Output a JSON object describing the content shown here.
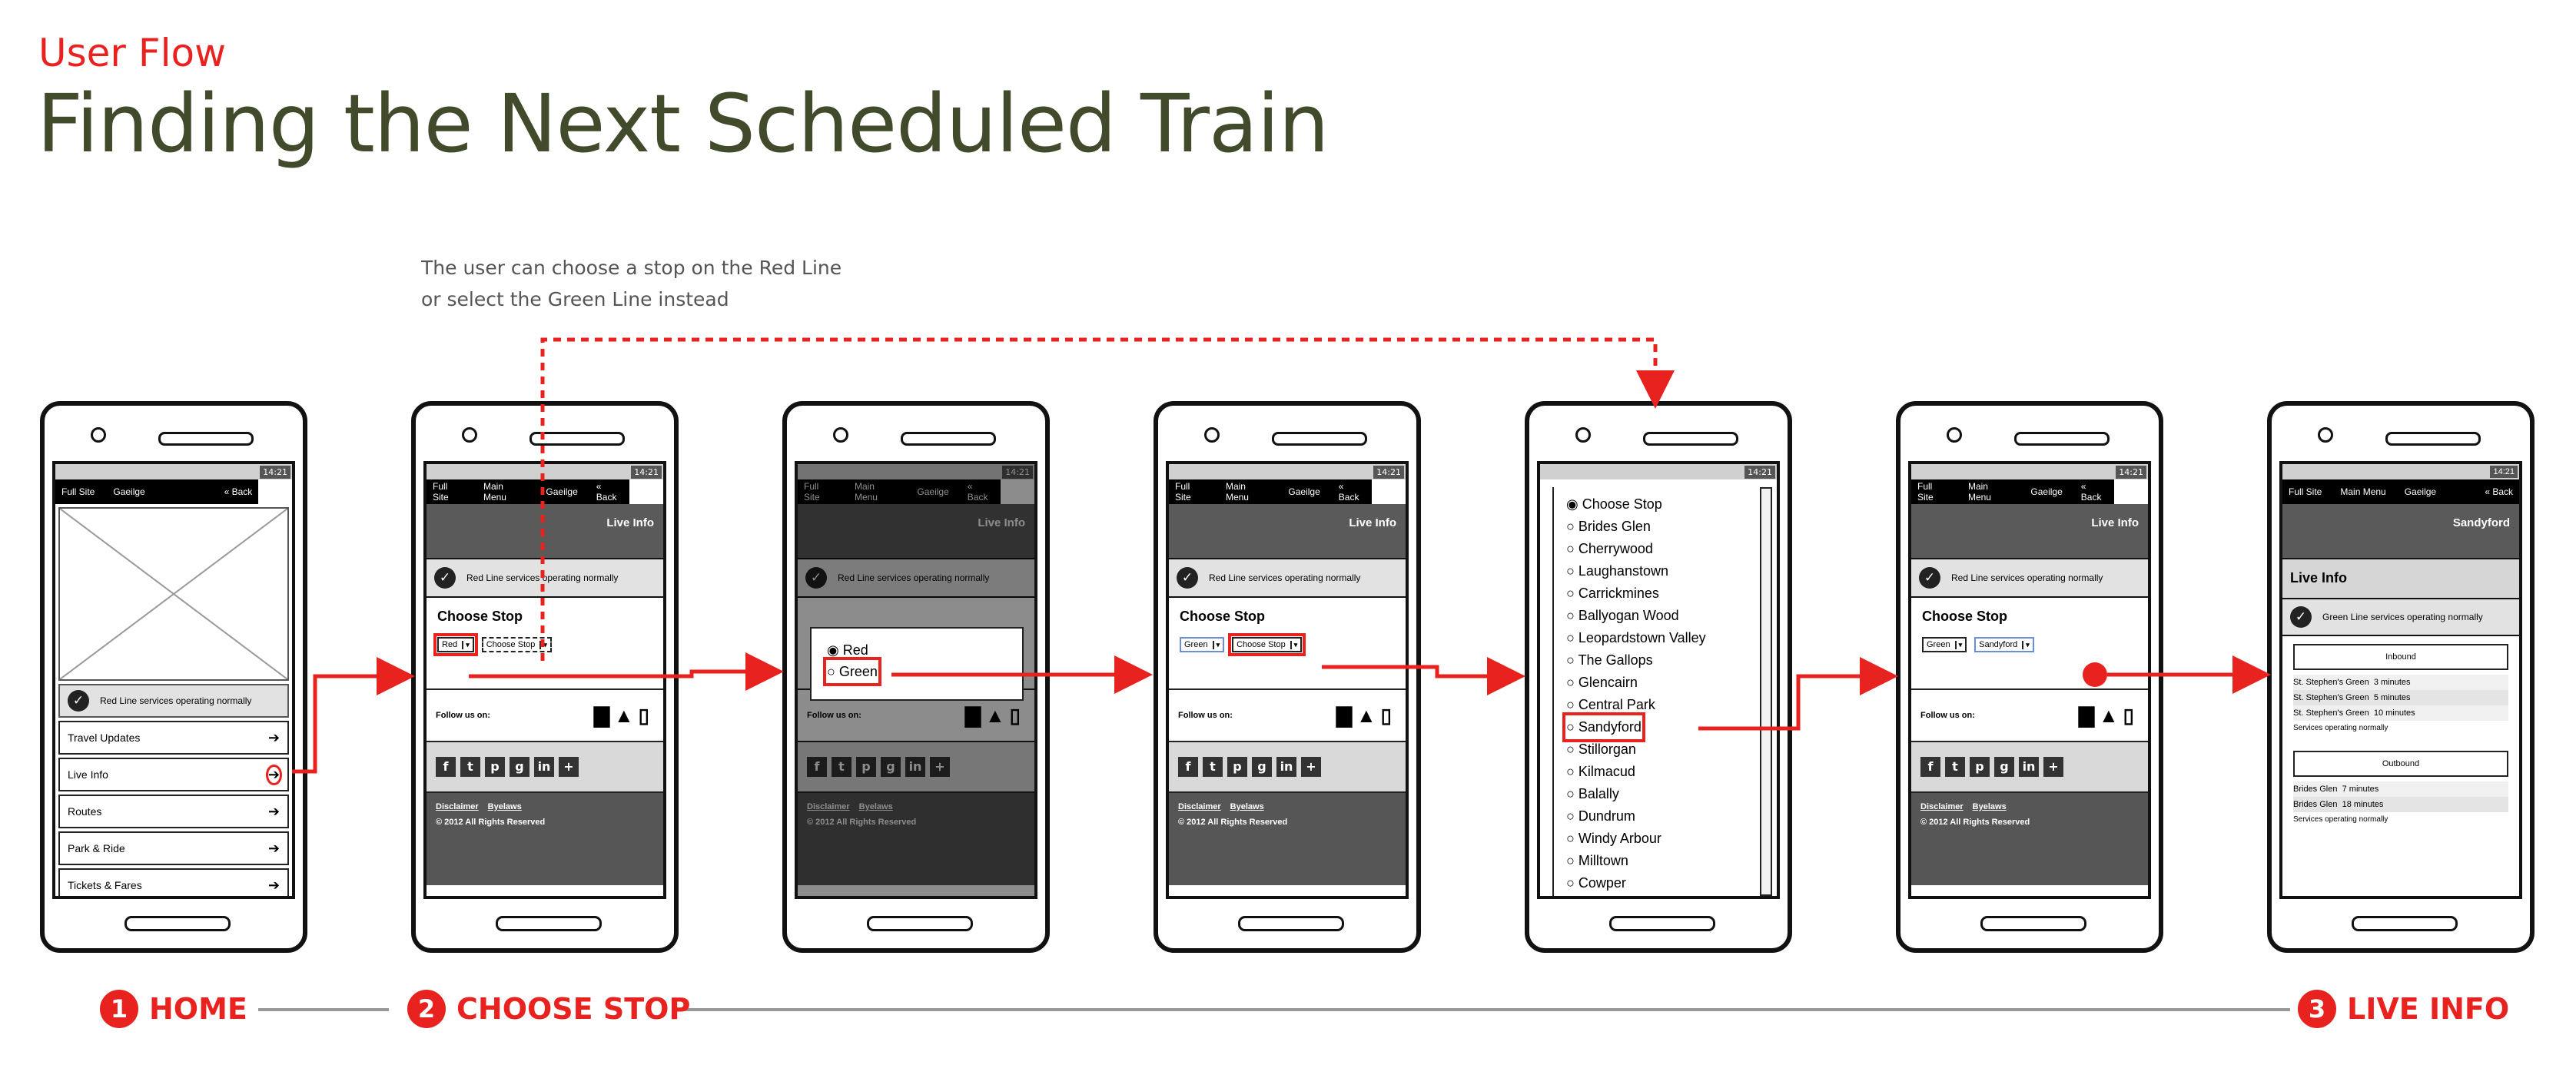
{
  "header": {
    "subtitle": "User Flow",
    "title": "Finding the Next Scheduled Train"
  },
  "annotation": {
    "line1": "The user can choose a stop on the Red Line",
    "line2": "or select the Green Line instead"
  },
  "nav": {
    "full_site": "Full Site",
    "main_menu": "Main Menu",
    "gaeilge": "Gaeilge",
    "back": "« Back"
  },
  "status_time": "14:21",
  "status_messages": {
    "red": "Red Line services operating normally",
    "green": "Green Line services operating normally"
  },
  "home_menu": [
    "Travel Updates",
    "Live Info",
    "Routes",
    "Park & Ride",
    "Tickets & Fares"
  ],
  "choose_stop": {
    "heading": "Choose Stop",
    "line_red": "Red",
    "line_green": "Green",
    "stop_placeholder": "Choose Stop",
    "stop_selected": "Sandyford",
    "banner": "Live Info"
  },
  "line_options": [
    "Red",
    "Green"
  ],
  "follow": {
    "label": "Follow us on:"
  },
  "footer": {
    "disclaimer": "Disclaimer",
    "byelaws": "Byelaws",
    "rights": "© 2012 All Rights Reserved"
  },
  "stops": [
    "Choose Stop",
    "Brides Glen",
    "Cherrywood",
    "Laughanstown",
    "Carrickmines",
    "Ballyogan Wood",
    "Leopardstown Valley",
    "The Gallops",
    "Glencairn",
    "Central Park",
    "Sandyford",
    "Stillorgan",
    "Kilmacud",
    "Balally",
    "Dundrum",
    "Windy Arbour",
    "Milltown",
    "Cowper"
  ],
  "live_info": {
    "stop_banner": "Sandyford",
    "title": "Live Info",
    "inbound_label": "Inbound",
    "inbound": [
      {
        "dest": "St. Stephen's Green",
        "time": "3 minutes"
      },
      {
        "dest": "St. Stephen's Green",
        "time": "5 minutes"
      },
      {
        "dest": "St. Stephen's Green",
        "time": "10 minutes"
      }
    ],
    "outbound_label": "Outbound",
    "outbound": [
      {
        "dest": "Brides Glen",
        "time": "7 minutes"
      },
      {
        "dest": "Brides Glen",
        "time": "18 minutes"
      }
    ],
    "services_note": "Services operating normally"
  },
  "steps": [
    {
      "num": "1",
      "label": "HOME"
    },
    {
      "num": "2",
      "label": "CHOOSE STOP"
    },
    {
      "num": "3",
      "label": "LIVE INFO"
    }
  ],
  "colors": {
    "accent": "#e8231f",
    "title": "#414a2b",
    "banner": "#5a5a5a"
  }
}
